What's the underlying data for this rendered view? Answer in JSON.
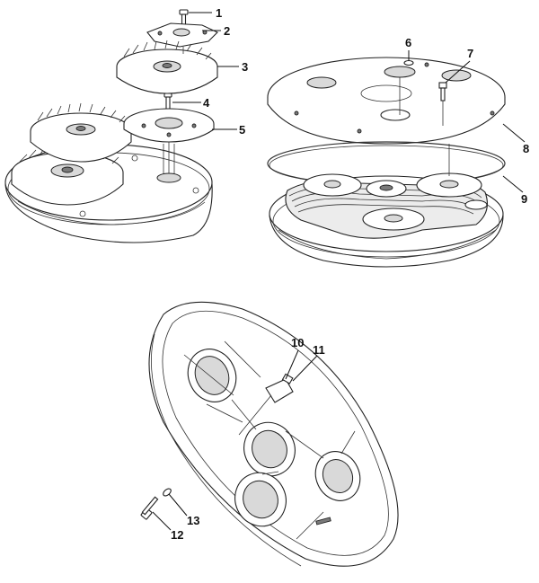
{
  "diagram": {
    "callouts": [
      {
        "id": 1,
        "label": "1"
      },
      {
        "id": 2,
        "label": "2"
      },
      {
        "id": 3,
        "label": "3"
      },
      {
        "id": 4,
        "label": "4"
      },
      {
        "id": 5,
        "label": "5"
      },
      {
        "id": 6,
        "label": "6"
      },
      {
        "id": 7,
        "label": "7"
      },
      {
        "id": 8,
        "label": "8"
      },
      {
        "id": 9,
        "label": "9"
      },
      {
        "id": 10,
        "label": "10"
      },
      {
        "id": 11,
        "label": "11"
      },
      {
        "id": 12,
        "label": "12"
      },
      {
        "id": 13,
        "label": "13"
      }
    ]
  }
}
